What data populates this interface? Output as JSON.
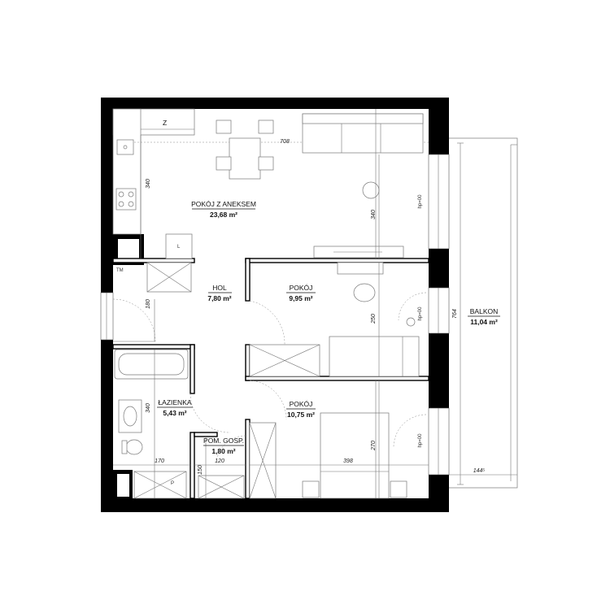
{
  "rooms": {
    "living": {
      "name": "POKÓJ Z ANEKSEM",
      "area": "23,68 m²"
    },
    "hall": {
      "name": "HOL",
      "area": "7,80 m²"
    },
    "room1": {
      "name": "POKÓJ",
      "area": "9,95 m²"
    },
    "room2": {
      "name": "POKÓJ",
      "area": "10,75 m²"
    },
    "bath": {
      "name": "ŁAZIENKA",
      "area": "5,43 m²"
    },
    "utility": {
      "name": "POM. GOSP.",
      "area": "1,80 m²"
    },
    "balcony": {
      "name": "BALKON",
      "area": "11,04 m²"
    }
  },
  "dimensions": {
    "d708": "708",
    "d340a": "340",
    "d340b": "340",
    "d180": "180",
    "d250": "250",
    "d340c": "340",
    "d270": "270",
    "d170": "170",
    "d120": "120",
    "d150": "150",
    "d398": "398",
    "d764": "764",
    "d144": "144⁵"
  },
  "markers": {
    "z": "Z",
    "l": "L",
    "p": "P",
    "tm": "TM",
    "hp1": "hp=00",
    "hp2": "hp=00",
    "hp3": "hp=00"
  }
}
